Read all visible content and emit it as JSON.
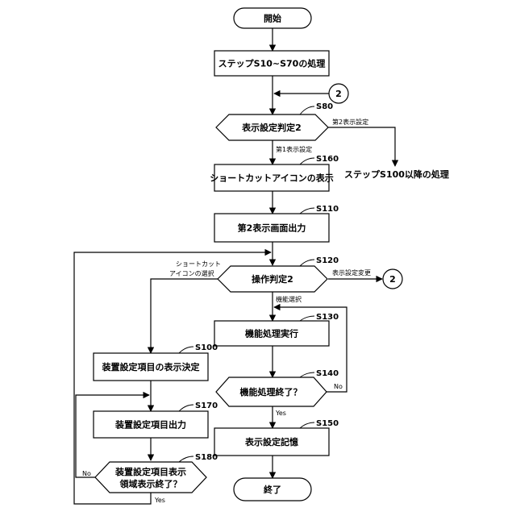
{
  "nodes": {
    "start": "開始",
    "s10_s70": "ステップS10~S70の処理",
    "conn_in": "2",
    "s80": "表示設定判定2",
    "s160": "ショートカットアイコンの表示",
    "s100_after": "ステップS100以降の処理",
    "s110": "第2表示画面出力",
    "s120": "操作判定2",
    "conn_out": "2",
    "s130": "機能処理実行",
    "s100": "装置設定項目の表示決定",
    "s140": "機能処理終了？",
    "s170": "装置設定項目出力",
    "s150": "表示設定記憶",
    "s180_line1": "装置設定項目表示",
    "s180_line2": "領域表示終了？",
    "end": "終了"
  },
  "steps": {
    "s80": "S80",
    "s160": "S160",
    "s110": "S110",
    "s120": "S120",
    "s130": "S130",
    "s100": "S100",
    "s140": "S140",
    "s170": "S170",
    "s150": "S150",
    "s180": "S180"
  },
  "edges": {
    "s80_second": "第2表示設定",
    "s80_first": "第1表示設定",
    "s120_shortcut_line1": "ショートカット",
    "s120_shortcut_line2": "アイコンの選択",
    "s120_change": "表示設定変更",
    "s120_function": "機能選択",
    "s140_no": "No",
    "s140_yes": "Yes",
    "s180_no": "No",
    "s180_yes": "Yes"
  }
}
